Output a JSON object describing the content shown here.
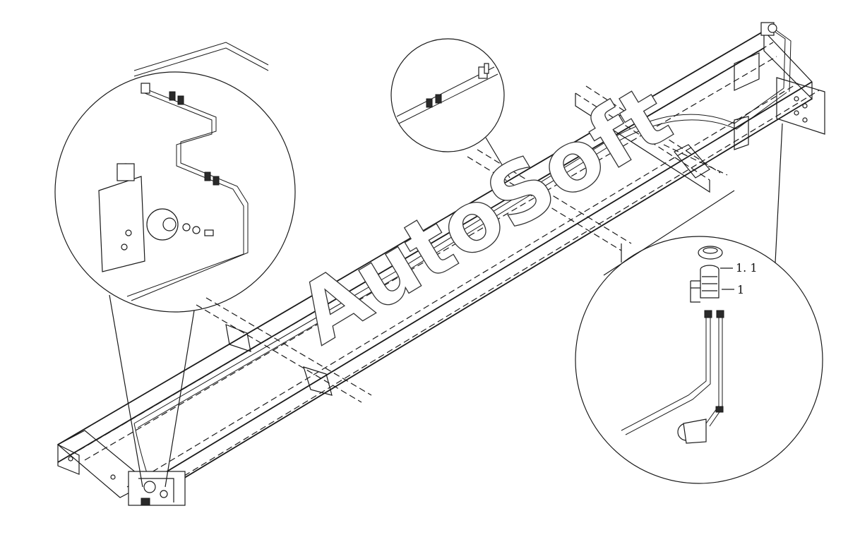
{
  "watermark": "AutoSoft",
  "callouts": [
    {
      "id": "part-1-1",
      "text": "1. 1"
    },
    {
      "id": "part-1",
      "text": "1"
    }
  ]
}
